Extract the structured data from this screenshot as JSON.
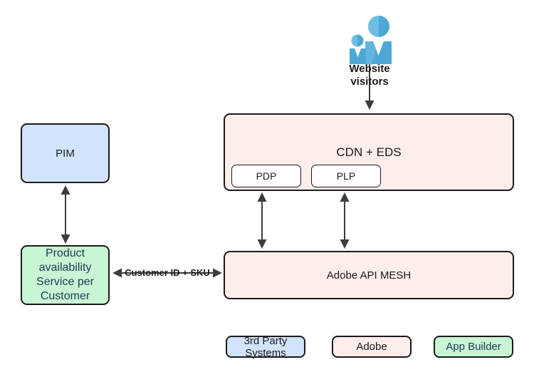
{
  "diagram": {
    "visitors": {
      "label": "Website visitors",
      "icon": "people-icon"
    },
    "nodes": {
      "pim": {
        "label": "PIM",
        "category": "3rd Party Systems"
      },
      "cdn_eds": {
        "label": "CDN + EDS",
        "category": "Adobe"
      },
      "pdp": {
        "label": "PDP"
      },
      "plp": {
        "label": "PLP"
      },
      "product_availability": {
        "label": "Product availability Service per Customer",
        "category": "App Builder"
      },
      "api_mesh": {
        "label": "Adobe API MESH",
        "category": "Adobe"
      }
    },
    "edges": {
      "visitors_to_cdn": {
        "type": "arrow-down"
      },
      "pim_to_product_availability": {
        "type": "double-arrow"
      },
      "pdp_to_api_mesh": {
        "type": "double-arrow"
      },
      "plp_to_api_mesh": {
        "type": "double-arrow"
      },
      "product_availability_to_api_mesh": {
        "type": "double-arrow",
        "label": "Customer ID + SKU"
      }
    },
    "legend": [
      {
        "label": "3rd Party Systems",
        "color": "#d2e4fb"
      },
      {
        "label": "Adobe",
        "color": "#fdeeeb"
      },
      {
        "label": "App Builder",
        "color": "#c8f5d3"
      }
    ],
    "colors": {
      "third_party_fill": "#d2e4fb",
      "adobe_fill": "#fdeeeb",
      "app_builder_fill": "#c8f5d3",
      "sub_node_fill": "#ffffff",
      "node_border": "#1a1a1a",
      "arrow": "#3d3d3d",
      "navy_text": "#1d3c56",
      "icon_blue": "#4da8d6",
      "icon_blue_light": "#8ad0ef"
    }
  }
}
